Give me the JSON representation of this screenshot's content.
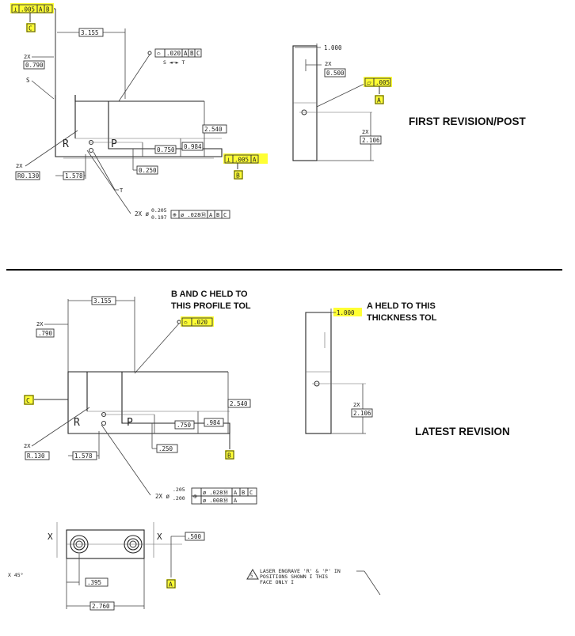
{
  "titles": {
    "first": "FIRST REVISION/POST",
    "latest": "LATEST REVISION",
    "note_bc": [
      "B AND C HELD TO",
      "THIS PROFILE TOL"
    ],
    "note_a": [
      "A HELD TO THIS",
      "THICKNESS TOL"
    ]
  },
  "first_revision": {
    "top_fcf": [
      "⊥",
      ".005",
      "A",
      "B"
    ],
    "datum_c": "C",
    "dim_3155": "3.155",
    "profile_fcf": [
      "⌓",
      ".020",
      "A",
      "B",
      "C"
    ],
    "s_to_t": "S ◄─► T",
    "label_2x_a": "2X",
    "dim_0790": "0.790",
    "label_s": "S",
    "label_r": "R",
    "label_p": "P",
    "dim_2540": "2.540",
    "dim_0984": "0.984",
    "dim_0750": "0.750",
    "dim_0250": "0.250",
    "perp_fcf": [
      "⊥",
      ".005",
      "A"
    ],
    "datum_b": "B",
    "label_2x_b": "2X",
    "dim_r0130": "R0.130",
    "dim_1578": "1.578",
    "label_t": "T",
    "hole_callout": "2X ø",
    "hole_upper": "0.205",
    "hole_lower": "0.197",
    "hole_fcf": [
      "⊕",
      "ø .028Ⓜ",
      "A",
      "B",
      "C"
    ]
  },
  "first_side": {
    "dim_1000": "1.000",
    "label_2x_a": "2X",
    "dim_0500": "0.500",
    "flat_fcf": [
      "⏥",
      ".005"
    ],
    "datum_a": "A",
    "label_2x_b": "2X",
    "dim_2106": "2.106"
  },
  "latest_revision": {
    "dim_3155": "3.155",
    "profile_fcf": [
      "⌓",
      ".020"
    ],
    "label_2x_a": "2X",
    "dim_790": ".790",
    "datum_c": "C",
    "label_r": "R",
    "label_p": "P",
    "dim_2540": "2.540",
    "dim_984": ".984",
    "dim_750": ".750",
    "dim_250": ".250",
    "datum_b": "B",
    "label_2x_b": "2X",
    "dim_r130": "R.130",
    "dim_1578": "1.578",
    "hole_callout": "2X ø",
    "hole_upper": ".205",
    "hole_lower": ".200",
    "hole_fcf1": [
      "⊕",
      "ø .028Ⓜ",
      "A",
      "B",
      "C"
    ],
    "hole_fcf2": [
      "ø .008Ⓜ",
      "A"
    ]
  },
  "latest_side": {
    "dim_1000": "1.000",
    "label_2x": "2X",
    "dim_2106": "2.106"
  },
  "bottom_view": {
    "x_left": "X",
    "x_right": "X",
    "dim_500": ".500",
    "datum_a": "A",
    "dim_395": ".395",
    "dim_2760": "2.760",
    "chamfer": "X 45°",
    "note_num": "5",
    "note_lines": [
      "LASER ENGRAVE 'R' & 'P' IN",
      "POSITIONS SHOWN I THIS",
      "FACE ONLY I"
    ]
  },
  "colors": {
    "highlight": "#ffff33",
    "divider": "#000000"
  }
}
